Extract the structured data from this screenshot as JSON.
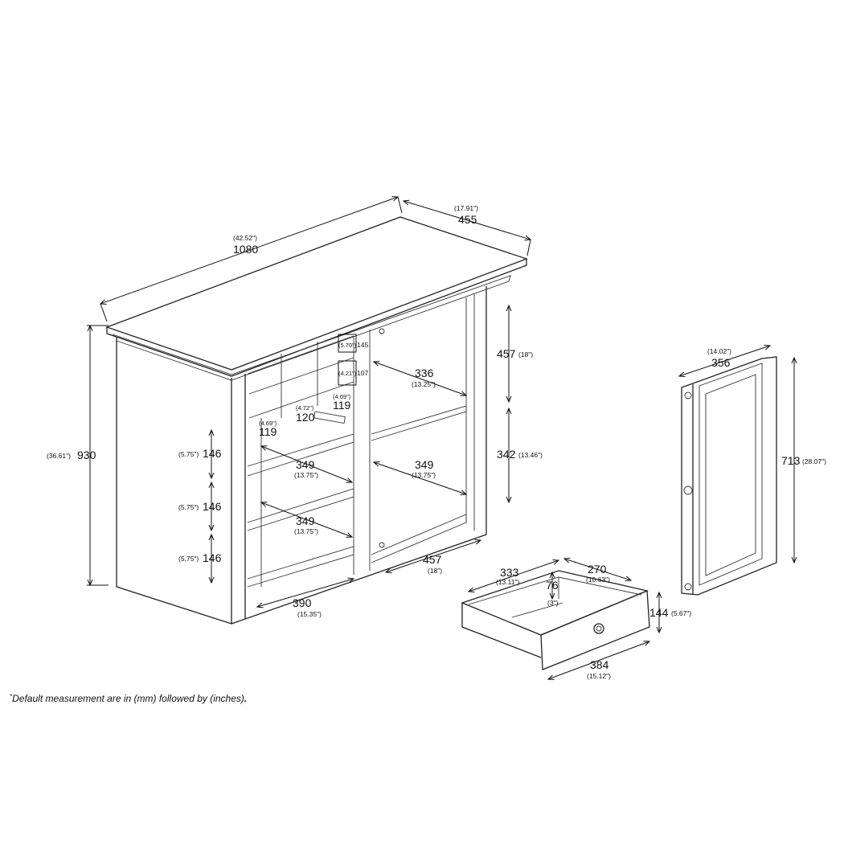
{
  "cabinet": {
    "width": {
      "mm": "1080",
      "in": "(42.52\")"
    },
    "depth": {
      "mm": "455",
      "in": "(17.91\")"
    },
    "height": {
      "mm": "930",
      "in": "(36.61\")"
    },
    "cubby_top": {
      "mm": "145",
      "in": "(5.70\")"
    },
    "cubby_mid": {
      "mm": "107",
      "in": "(4.21\")"
    },
    "cubby_w1": {
      "mm": "119",
      "in": "(4.69\")"
    },
    "cubby_w2": {
      "mm": "120",
      "in": "(4.72\")"
    },
    "cubby_w3": {
      "mm": "119",
      "in": "(4.69\")"
    },
    "left_shelf_h1": {
      "mm": "146",
      "in": "(5.75\")"
    },
    "left_shelf_h2": {
      "mm": "146",
      "in": "(5.75\")"
    },
    "left_shelf_h3": {
      "mm": "146",
      "in": "(5.75\")"
    },
    "left_shelf_d1": {
      "mm": "349",
      "in": "(13.75\")"
    },
    "left_shelf_d2": {
      "mm": "349",
      "in": "(13.75\")"
    },
    "left_width": {
      "mm": "390",
      "in": "(15.35\")"
    },
    "right_upper_h": {
      "mm": "457",
      "in": "(18\")"
    },
    "right_lower_h": {
      "mm": "342",
      "in": "(13.46\")"
    },
    "right_shelf_d1": {
      "mm": "336",
      "in": "(13.25\")"
    },
    "right_shelf_d2": {
      "mm": "349",
      "in": "(13.75\")"
    },
    "right_width": {
      "mm": "457",
      "in": "(18\")"
    }
  },
  "drawer": {
    "depth": {
      "mm": "333",
      "in": "(13.11\")"
    },
    "inner_width": {
      "mm": "270",
      "in": "(10.63\")"
    },
    "inner_height": {
      "mm": "76",
      "in": "(3\")"
    },
    "height": {
      "mm": "144",
      "in": "(5.67\")"
    },
    "width": {
      "mm": "384",
      "in": "(15.12\")"
    }
  },
  "door": {
    "width": {
      "mm": "356",
      "in": "(14.02\")"
    },
    "height": {
      "mm": "713",
      "in": "(28.07\")"
    }
  },
  "footnote": {
    "mark": "*",
    "text": "Default measurement are in (mm) followed by (inches)",
    "end": "."
  }
}
